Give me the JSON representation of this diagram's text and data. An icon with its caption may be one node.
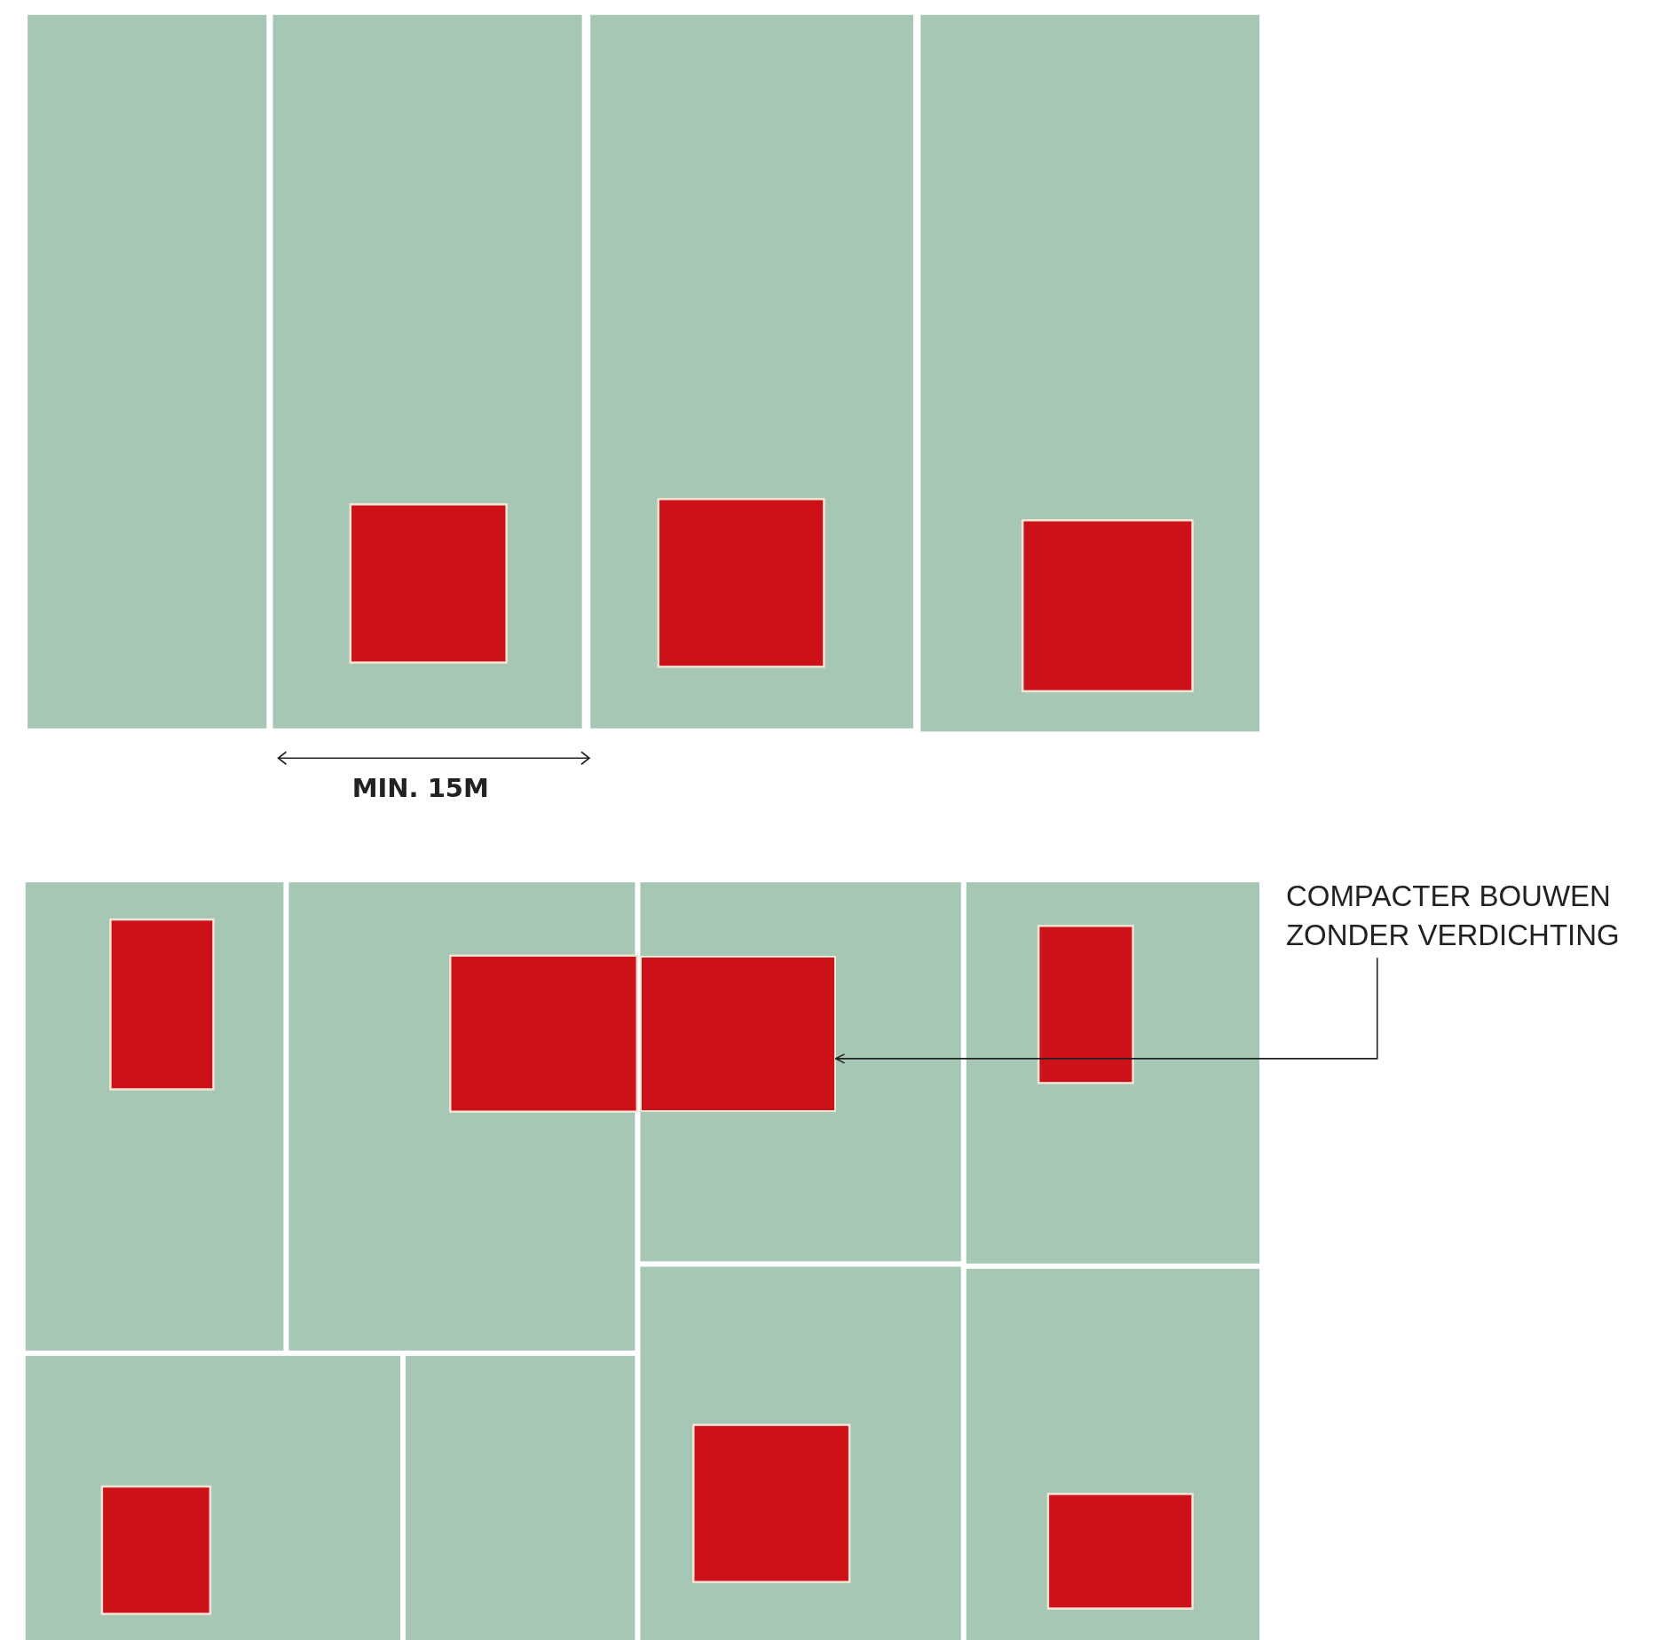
{
  "diagram": {
    "nodes": [
      {
        "text": [
          "COMPACTER BOUWEN ZONDER VERDICHTING"
        ]
      },
      {
        "text": [],
        "shape": "box"
      }
    ],
    "edges": [
      {
        "from": 0,
        "to": 1,
        "arrow": "to"
      }
    ],
    "labels": [
      "MIN. 15M"
    ]
  }
}
